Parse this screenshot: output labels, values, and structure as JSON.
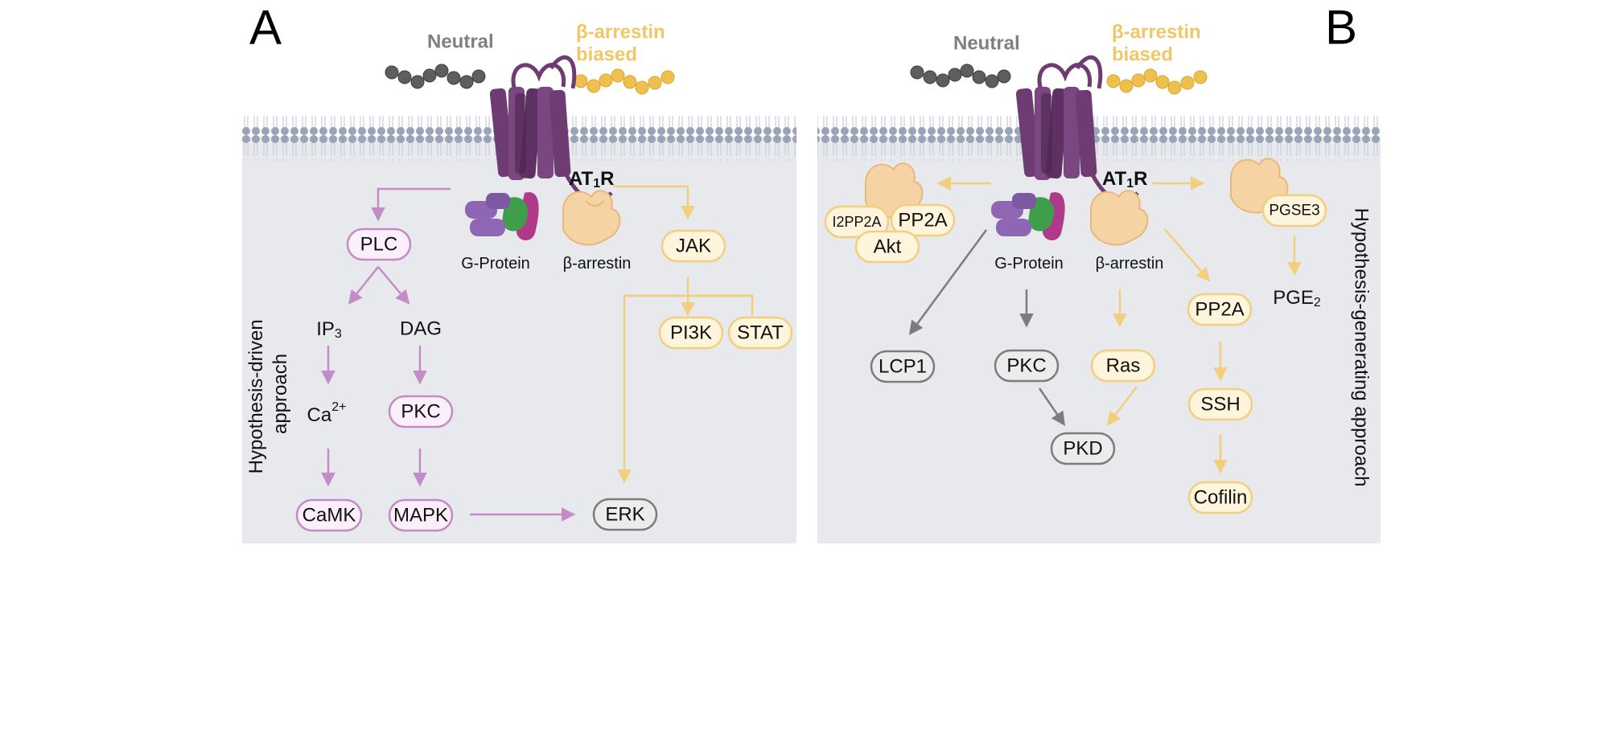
{
  "panel_a": {
    "letter": "A",
    "ligand_neutral": "Neutral",
    "ligand_biased_1": "β-arrestin",
    "ligand_biased_2": "biased",
    "receptor": "AT",
    "receptor_sub": "1",
    "receptor_end": "R",
    "gprotein": "G-Protein",
    "arrestin": "β-arrestin",
    "side_label_1": "Hypothesis-driven",
    "side_label_2": "approach",
    "nodes": {
      "plc": "PLC",
      "ip3": "IP",
      "ip3_sub": "3",
      "dag": "DAG",
      "ca": "Ca",
      "ca_sup": "2+",
      "pkc": "PKC",
      "camk": "CaMK",
      "mapk": "MAPK",
      "erk": "ERK",
      "jak": "JAK",
      "pi3k": "PI3K",
      "stat": "STAT"
    }
  },
  "panel_b": {
    "letter": "B",
    "ligand_neutral": "Neutral",
    "ligand_biased_1": "β-arrestin",
    "ligand_biased_2": "biased",
    "receptor": "AT",
    "receptor_sub": "1",
    "receptor_end": "R",
    "gprotein": "G-Protein",
    "arrestin": "β-arrestin",
    "side_label": "Hypothesis-generating approach",
    "nodes": {
      "i2pp2a": "I2PP2A",
      "pp2a_top": "PP2A",
      "akt": "Akt",
      "pgse3": "PGSE3",
      "pge": "PGE",
      "pge_sub": "2",
      "lcp1": "LCP1",
      "pkc": "PKC",
      "ras": "Ras",
      "pkd": "PKD",
      "pp2a": "PP2A",
      "ssh": "SSH",
      "cofilin": "Cofilin"
    }
  },
  "colors": {
    "panel_bg": "#e8e9ed",
    "membrane_head": "#9aa3b8",
    "membrane_tail": "#c9cede",
    "pink_stroke": "#c38cc7",
    "pink_fill": "#fbeffb",
    "yellow_stroke": "#f2cf7e",
    "yellow_fill": "#fff4dc",
    "gray_stroke": "#7c7c7c",
    "gray_fill": "#ececec",
    "neutral_text": "#7f7f7f",
    "biased_text": "#f0c766",
    "receptor": "#6e3b73",
    "receptor_dark": "#4a2450"
  }
}
